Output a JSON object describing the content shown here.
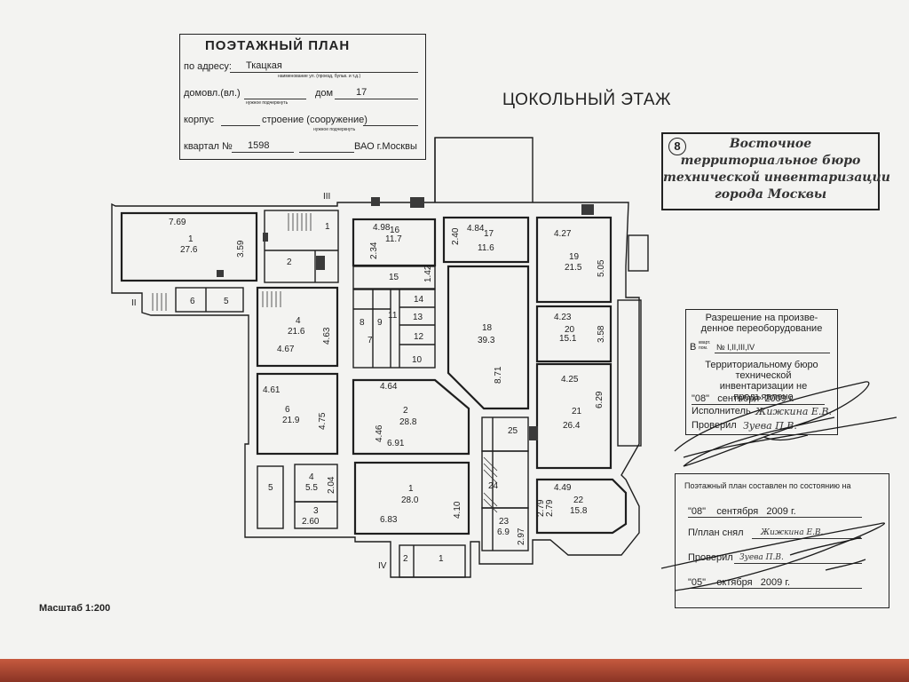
{
  "header": {
    "title": "ПОЭТАЖНЫЙ ПЛАН",
    "addr_label": "по адресу:",
    "addr_value": "Ткацкая",
    "addr_hint": "наименование ул. (проезд, бульв. и т.д.)",
    "dom_label": "домовл.(вл.)",
    "dom_hint": "нужное подчеркнуть",
    "house_label": "дом",
    "house_value": "17",
    "korpus_label": "корпус",
    "stroenie_label": "строение (сооружение)",
    "stroenie_hint": "нужное подчеркнуть",
    "kvartal_label": "квартал №",
    "kvartal_value": "1598",
    "district": "ВАО г.Москвы"
  },
  "floor_title": "ЦОКОЛЬНЫЙ ЭТАЖ",
  "bureau": {
    "number": "8",
    "line1": "Восточное",
    "line2": "территориальное бюро",
    "line3": "технической инвентаризации",
    "line4": "города Москвы"
  },
  "permit": {
    "line1": "Разрешение на произве-",
    "line2": "денное переоборудование",
    "v_label": "В",
    "v_hint": "кварт. пом.",
    "v_value": "№ I,II,III,IV",
    "line3": "Территориальному бюро",
    "line4": "технической инвентаризации не предъявлено",
    "day": "08",
    "month": "сентября",
    "year": "2009",
    "year_suffix": "г.",
    "executor_label": "Исполнитель",
    "executor_name": "Жижкина Е.В.",
    "checker_label": "Проверил",
    "checker_name": "Зуева П.В."
  },
  "status": {
    "line1": "Поэтажный план составлен по состоянию на",
    "day": "08",
    "month": "сентября",
    "year": "2009",
    "year_suffix": "г.",
    "taker_label": "П/план снял",
    "taker_name": "Жижкина Е.В.",
    "checker_label": "Проверил",
    "checker_name": "Зуева П.В.",
    "day2": "05",
    "month2": "октября",
    "year2": "2009",
    "year2_suffix": "г."
  },
  "scale": "Масштаб 1:200",
  "roman": [
    "III",
    "II",
    "IV"
  ],
  "plan": {
    "labels": [
      "7.69",
      "1",
      "27.6",
      "3.59",
      "6",
      "5",
      "1",
      "2",
      "4",
      "21.6",
      "4.63",
      "4.67",
      "4.98",
      "16",
      "11.7",
      "2.34",
      "15",
      "1.42",
      "8",
      "9",
      "11",
      "13",
      "7",
      "12",
      "10",
      "14",
      "4.84",
      "17",
      "11.6",
      "2.40",
      "18",
      "39.3",
      "8.71",
      "4.27",
      "19",
      "21.5",
      "5.05",
      "4.23",
      "20",
      "15.1",
      "3.58",
      "4.25",
      "21",
      "26.4",
      "6.29",
      "4.61",
      "6",
      "21.9",
      "4.75",
      "4.64",
      "2",
      "28.8",
      "4.46",
      "6.91",
      "25",
      "24",
      "23",
      "6.9",
      "2.97",
      "5",
      "4",
      "5.5",
      "2.04",
      "3",
      "2.60",
      "1",
      "28.0",
      "6.83",
      "4.10",
      "4.49",
      "22",
      "15.8",
      "2.79",
      "2.79",
      "2",
      "1"
    ]
  }
}
